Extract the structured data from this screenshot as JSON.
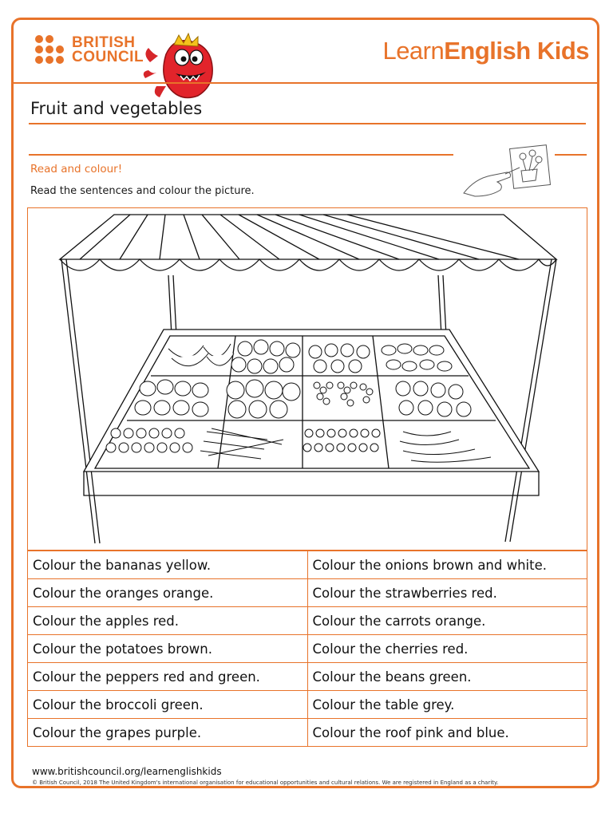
{
  "header": {
    "brand_line1": "BRITISH",
    "brand_line2": "COUNCIL",
    "site_part1": "Learn",
    "site_part2": "English Kids"
  },
  "worksheet": {
    "title": "Fruit and vegetables",
    "section": "Read and colour!",
    "instruction": "Read the sentences and colour the picture."
  },
  "sentences": [
    [
      "Colour the bananas yellow.",
      "Colour the onions brown and white."
    ],
    [
      "Colour the oranges orange.",
      "Colour the strawberries red."
    ],
    [
      "Colour the apples red.",
      "Colour the carrots orange."
    ],
    [
      "Colour the potatoes brown.",
      "Colour the cherries red."
    ],
    [
      "Colour the peppers red and green.",
      "Colour the beans green."
    ],
    [
      "Colour the broccoli green.",
      "Colour the table grey."
    ],
    [
      "Colour the grapes purple.",
      "Colour the roof pink and blue."
    ]
  ],
  "footer": {
    "url": "www.britishcouncil.org/learnenglishkids",
    "copyright": "© British Council, 2018 The United Kingdom's international organisation for educational opportunities and cultural relations. We are registered in England as a charity."
  },
  "colors": {
    "accent": "#e8732a",
    "text": "#1a1a1a"
  },
  "icons": [
    "british-council-dots-icon",
    "monster-mascot-icon",
    "hand-colouring-icon",
    "market-stall-illustration"
  ]
}
